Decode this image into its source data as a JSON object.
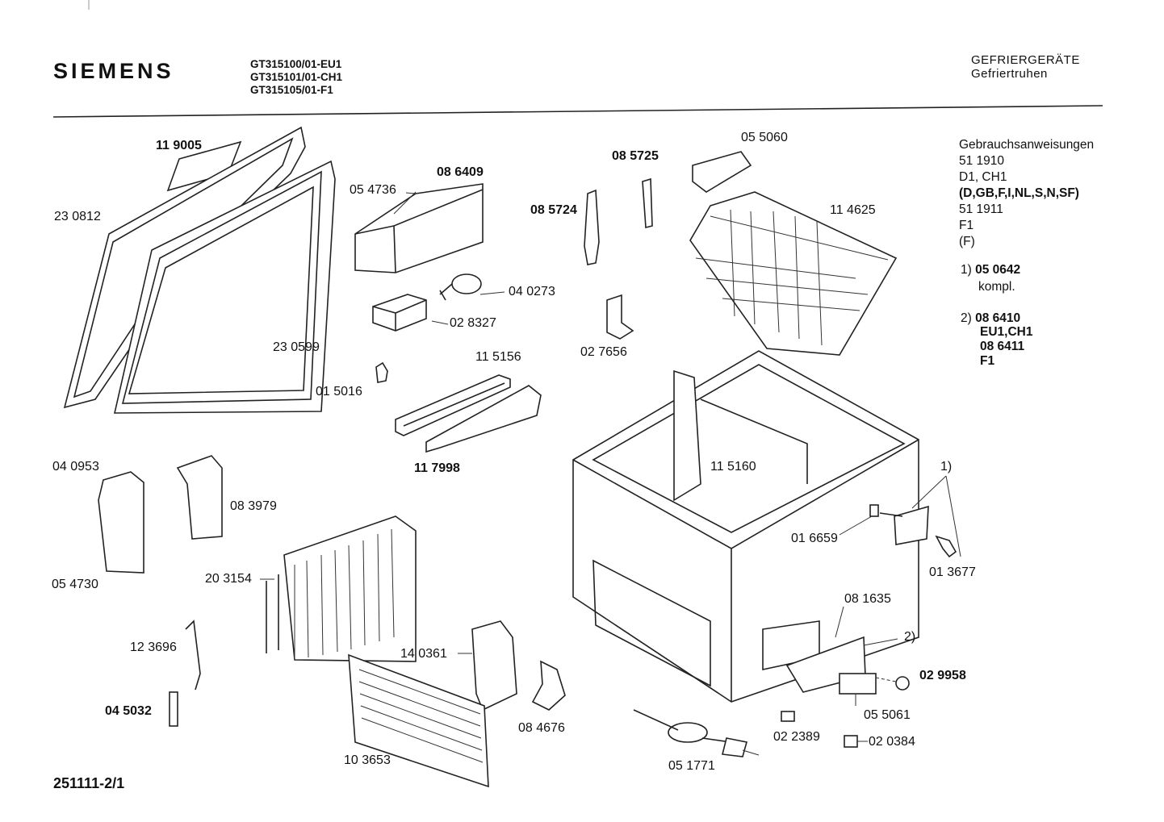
{
  "header": {
    "brand": "SIEMENS",
    "models": [
      "GT315100/01-EU1",
      "GT315101/01-CH1",
      "GT315105/01-F1"
    ],
    "category": "GEFRIERGERÄTE",
    "subcategory": "Gefriertruhen"
  },
  "side_notes": {
    "title": "Gebrauchsanweisungen",
    "line1": "51 1910",
    "line2": "D1, CH1",
    "line3": "(D,GB,F,I,NL,S,N,SF)",
    "line4": "51 1911",
    "line5": "F1",
    "line6": "(F)",
    "note1_marker": "1)",
    "note1_part": "05 0642",
    "note1_text": "kompl.",
    "note2_marker": "2)",
    "note2_part_a": "08 6410",
    "note2_variant_a": "EU1,CH1",
    "note2_part_b": "08 6411",
    "note2_variant_b": "F1"
  },
  "part_labels": {
    "p119005": "11 9005",
    "p230812": "23 0812",
    "p230599": "23 0599",
    "p054736": "05 4736",
    "p086409": "08 6409",
    "p085725": "08 5725",
    "p085724": "08 5724",
    "p055060": "05 5060",
    "p114625": "11 4625",
    "p040273": "04 0273",
    "p028327": "02 8327",
    "p027656": "02 7656",
    "p115156": "11 5156",
    "p015016": "01 5016",
    "p117998": "11 7998",
    "p040953": "04 0953",
    "p083979": "08 3979",
    "p054730": "05 4730",
    "p115160": "11 5160",
    "p016659": "01 6659",
    "p013677": "01 3677",
    "marker1": "1)",
    "p203154": "20 3154",
    "p081635": "08 1635",
    "marker2": "2)",
    "p029958": "02 9958",
    "p123696": "12 3696",
    "p140361": "14 0361",
    "p045032": "04 5032",
    "p084676": "08 4676",
    "p055061": "05 5061",
    "p022389": "02 2389",
    "p020384": "02 0384",
    "p103653": "10 3653",
    "p051771": "05 1771"
  },
  "footer": {
    "drawing_number": "251111-2/1"
  }
}
